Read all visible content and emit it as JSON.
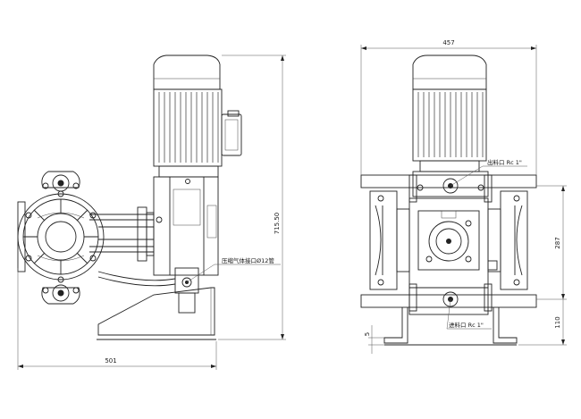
{
  "side_view": {
    "dim_height": "715.50",
    "dim_width": "501",
    "label_gas_port": "压缩气体接口Ø12管"
  },
  "front_view": {
    "dim_width": "457",
    "dim_height_upper": "287",
    "dim_height_lower": "110",
    "dim_foot": "5",
    "label_outlet": "出料口 Rc 1\"",
    "label_inlet": "进料口 Rc 1\""
  }
}
